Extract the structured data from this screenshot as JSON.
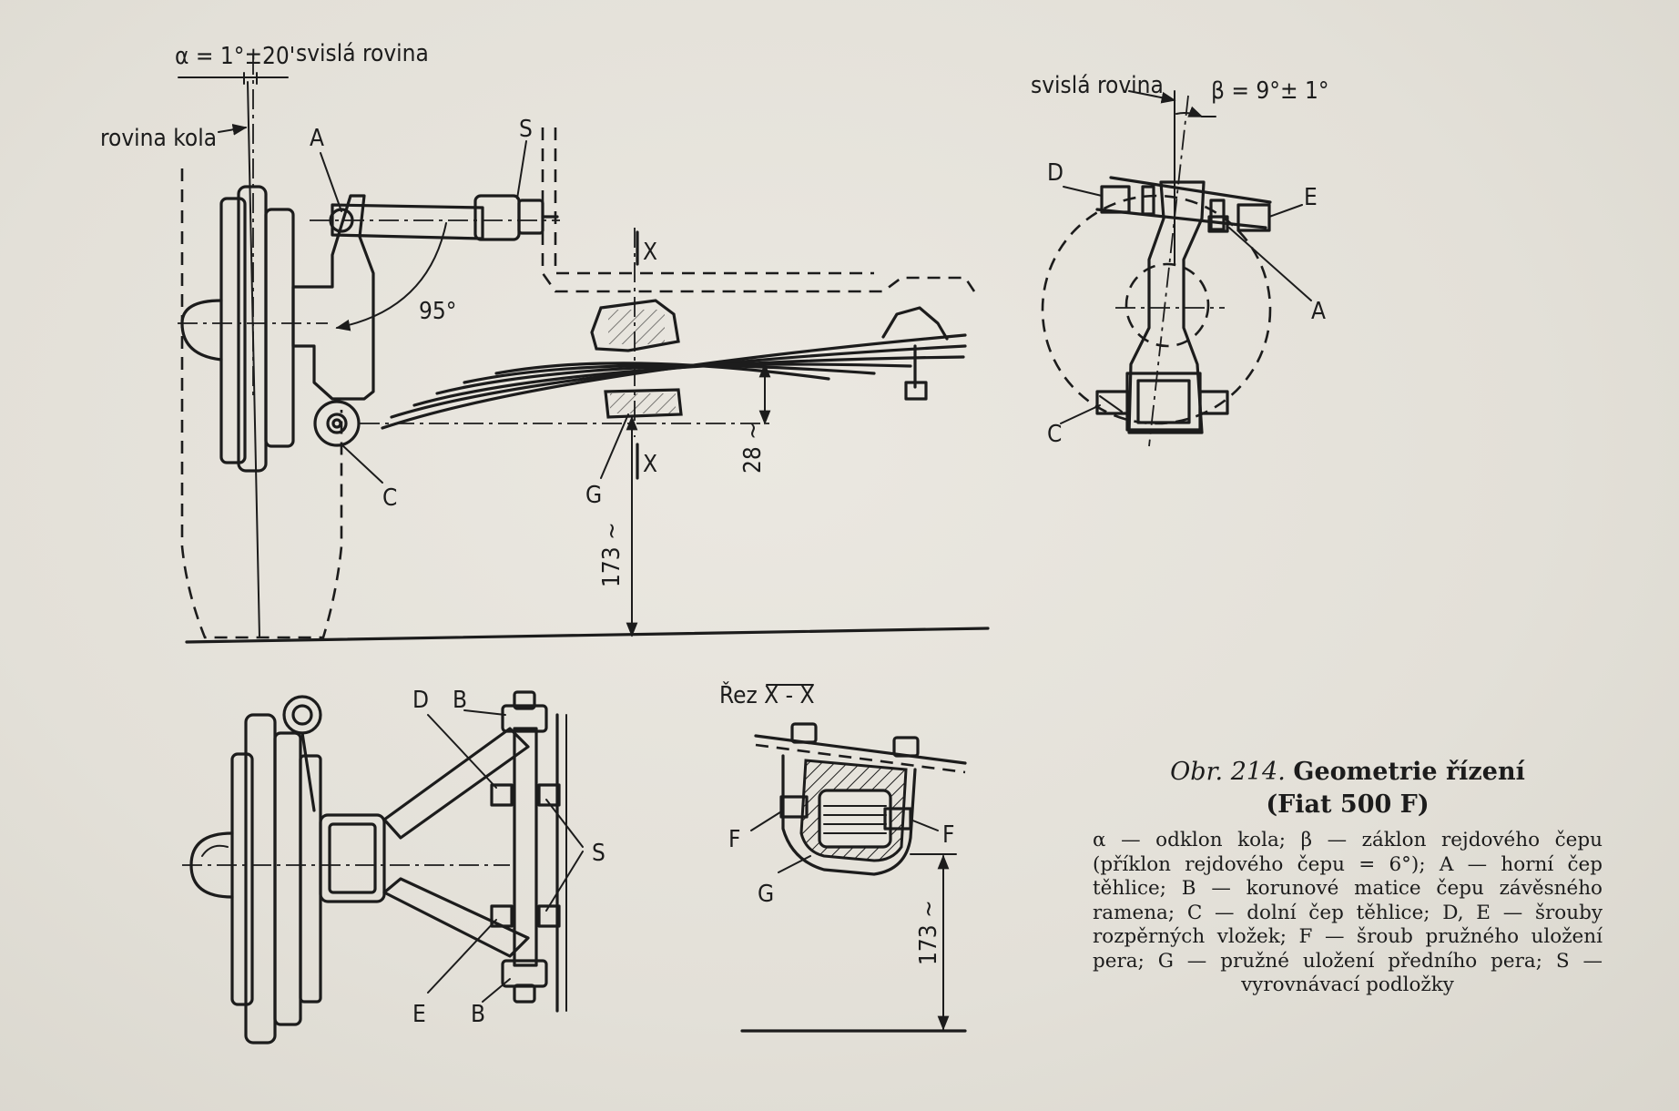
{
  "labels": {
    "alpha_value": "α = 1°±20'",
    "vertical_plane_top_left": "svislá rovina",
    "wheel_plane": "rovina kola",
    "vertical_plane_top_right": "svislá rovina",
    "beta_value": "β = 9°± 1°",
    "angle_95": "95°",
    "dim_28": "28 ~",
    "dim_173_main": "173 ~",
    "dim_173_section": "173 ~",
    "section_title": "Řez X - X",
    "section_mark_top": "X",
    "section_mark_bottom": "X",
    "A_side": "A",
    "S_side": "S",
    "C_side": "C",
    "G_side": "G",
    "D_front": "D",
    "E_front": "E",
    "A_front": "A",
    "C_front": "C",
    "D_plan": "D",
    "B_plan_top": "B",
    "S_plan": "S",
    "E_plan": "E",
    "B_plan_bottom": "B",
    "F_section_left": "F",
    "F_section_right": "F",
    "G_section": "G"
  },
  "caption": {
    "figure_number": "Obr. 214.",
    "title": "Geometrie řízení",
    "subtitle": "(Fiat 500 F)",
    "legend": "α — odklon kola; β — záklon rejdového čepu (příklon rejdového čepu = 6°); A — horní čep těhlice; B — korunové matice čepu závěsného ramena; C — dolní čep těhlice; D, E — šrouby rozpěrných vložek; F — šroub pružného uložení pera; G — pružné uložení předního pera; S — vyrovnávací podložky"
  }
}
